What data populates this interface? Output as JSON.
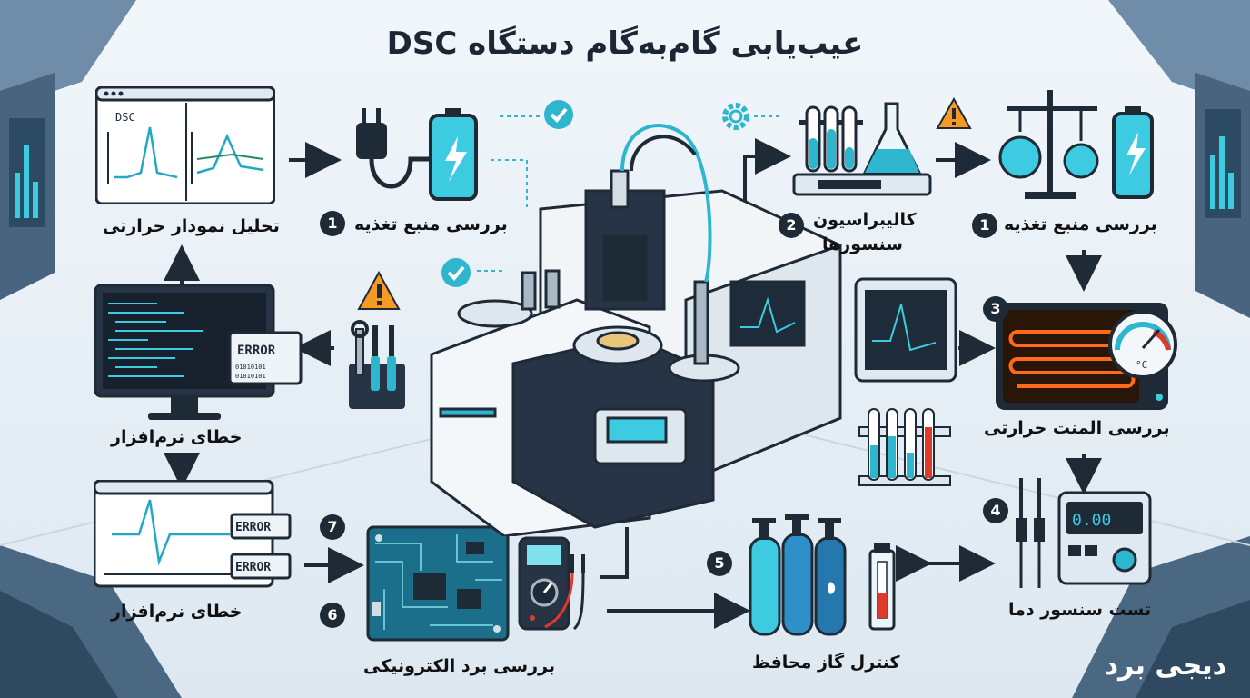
{
  "title": "عیب‌یابی گام‌به‌گام دستگاه DSC",
  "brand": "دیجی برد",
  "labels": {
    "thermal_analysis": "تحلیل نمودار حرارتی",
    "power_check_left": "بررسی منبع تغذیه",
    "calibration_line1": "کالیبراسیون",
    "calibration_line2": "سنسورها",
    "power_check_right": "بررسی منبع تغذیه",
    "software_error_top": "خطای نرم‌افزار",
    "heater_check": "بررسی المنت حرارتی",
    "software_error_bottom": "خطای نرم‌افزار",
    "temp_sensor_test": "تست سنسور دما",
    "board_check": "بررسی برد الکترونیکی",
    "gas_control": "کنترل گاز محافظ"
  },
  "step_numbers": {
    "power_left": "1",
    "calibration": "2",
    "power_right": "1",
    "heater": "3",
    "temp_sensor": "4",
    "gas": "5",
    "board": "6",
    "software_bottom": "7"
  },
  "screens": {
    "dsc_label": "DSC",
    "error_text": "ERROR",
    "meter_reading": "0.00",
    "celsius": "°C",
    "error_code_line1": "01010101",
    "error_code_line2": "01010101"
  },
  "colors": {
    "navy": "#1f2a37",
    "accent": "#2fb6cf",
    "arrow": "#1f2a37",
    "warning": "#f59a23",
    "heater_glow": "#ff6a1a"
  },
  "icons": [
    "plug-icon",
    "battery-icon",
    "check-icon",
    "gear-icon",
    "warning-icon",
    "test-tubes-icon",
    "flask-icon",
    "balance-icon",
    "monitor-icon",
    "tools-icon",
    "heater-coil-icon",
    "gauge-icon",
    "multimeter-icon",
    "gas-cylinder-icon",
    "flowmeter-icon",
    "circuit-board-icon",
    "probe-icon",
    "dsc-instrument-icon"
  ]
}
